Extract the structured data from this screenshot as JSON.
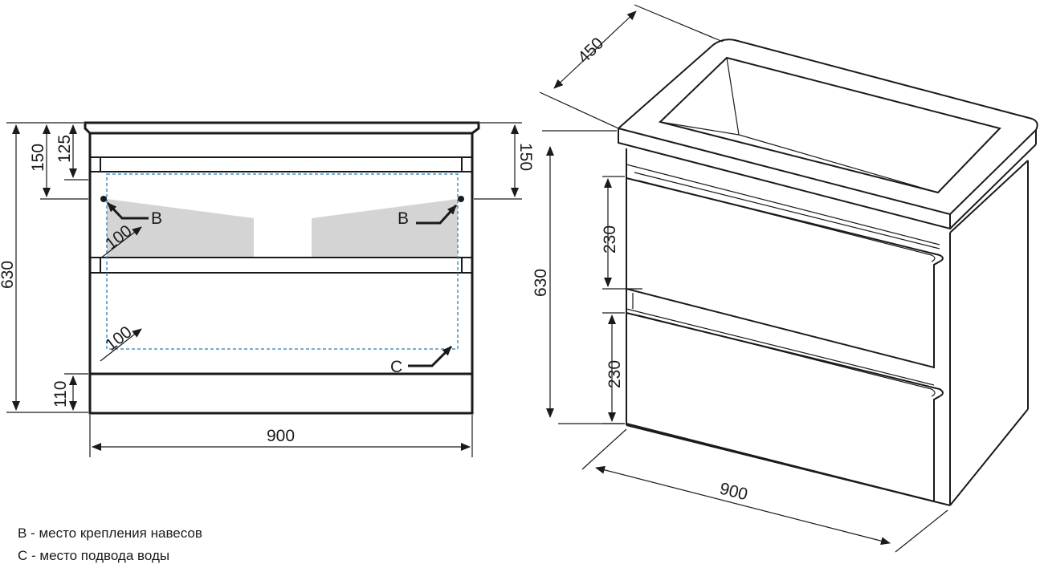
{
  "front_view": {
    "height_total": "630",
    "top_offset": "150",
    "countertop": "125",
    "right_offset": "150",
    "plinth": "110",
    "width": "900",
    "depth_b_left": "100",
    "depth_c": "100",
    "mount_b_left": "B",
    "mount_b_right": "B",
    "water_c": "C"
  },
  "iso_view": {
    "depth": "450",
    "height_total": "630",
    "drawer_top": "230",
    "drawer_bottom": "230",
    "width": "900"
  },
  "legend": {
    "b": "B - место крепления навесов",
    "c": "C - место подвода воды"
  },
  "colors": {
    "line": "#1a1a1a",
    "fill_zone": "#d4d4d4",
    "dashed": "#4a90c2"
  }
}
